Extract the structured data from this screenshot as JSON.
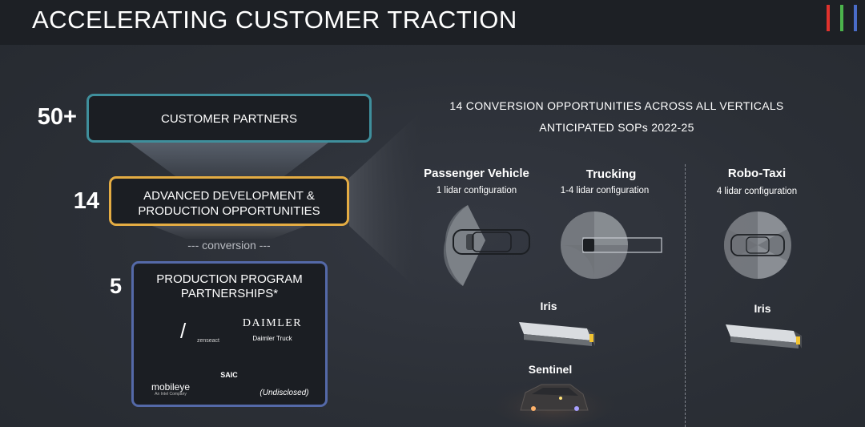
{
  "title": "ACCELERATING CUSTOMER TRACTION",
  "brand_colors": [
    "#e0322d",
    "#4bb34b",
    "#4a6cc8"
  ],
  "funnel": {
    "tiers": [
      {
        "count": "50+",
        "label": "CUSTOMER PARTNERS",
        "color": "#3f8f9c"
      },
      {
        "count": "14",
        "label_line1": "ADVANCED DEVELOPMENT &",
        "label_line2": "PRODUCTION OPPORTUNITIES",
        "color": "#e4ac43"
      },
      {
        "count": "5",
        "label_line1": "PRODUCTION PROGRAM",
        "label_line2": "PARTNERSHIPS*",
        "color": "#5469a8"
      }
    ],
    "conversion_label": "--- conversion ---"
  },
  "partners": {
    "volvo_zenseact_icon": "volvo-zenseact-logo",
    "slash": "/",
    "zenseact": "zenseact",
    "daimler": "DAIMLER",
    "daimler_sub": "Daimler Truck",
    "mobileye": "mobileye",
    "mobileye_sub": "An Intel Company",
    "saic": "SAIC",
    "undisclosed": "(Undisclosed)"
  },
  "opportunities": {
    "heading_line1": "14 CONVERSION OPPORTUNITIES ACROSS ALL VERTICALS",
    "heading_line2": "ANTICIPATED SOPs 2022-25",
    "verticals": [
      {
        "name": "Passenger Vehicle",
        "config": "1 lidar configuration"
      },
      {
        "name": "Trucking",
        "config": "1-4 lidar configuration"
      },
      {
        "name": "Robo-Taxi",
        "config": "4 lidar configuration"
      }
    ],
    "products": {
      "iris_1": "Iris",
      "iris_2": "Iris",
      "sentinel": "Sentinel"
    }
  }
}
